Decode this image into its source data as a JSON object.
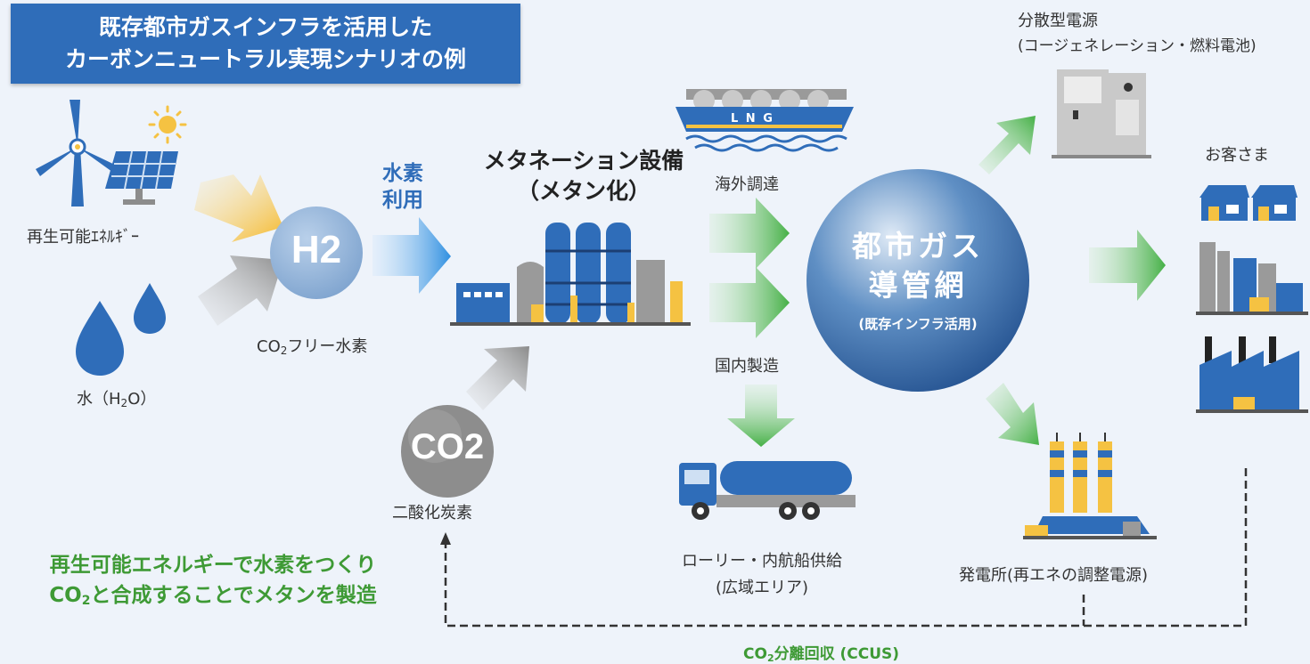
{
  "title": {
    "line1": "既存都市ガスインフラを活用した",
    "line2": "カーボンニュートラル実現シナリオの例"
  },
  "sources": {
    "renewable_label": "再生可能ｴﾈﾙｷﾞｰ",
    "water_label_pre": "水（H",
    "water_label_sub": "2",
    "water_label_post": "O）",
    "h2_text": "H2",
    "h2_caption_pre": "CO",
    "h2_caption_sub": "2",
    "h2_caption_post": "フリー水素",
    "co2_text": "CO2",
    "co2_caption": "二酸化炭素"
  },
  "hydrogen_use": {
    "line1": "水素",
    "line2": "利用"
  },
  "methanation": {
    "line1": "メタネーション設備",
    "line2": "（メタン化）"
  },
  "supply": {
    "overseas": "海外調達",
    "domestic": "国内製造",
    "lng_text": "L N G"
  },
  "pipeline": {
    "line1": "都市ガス",
    "line2": "導管網",
    "line3": "(既存インフラ活用)"
  },
  "distributed": {
    "line1": "分散型電源",
    "line2": "(コージェネレーション・燃料電池)"
  },
  "customers": {
    "label": "お客さま"
  },
  "lorry": {
    "line1": "ローリー・内航船供給",
    "line2": "(広域エリア)"
  },
  "power_plant": {
    "label": "発電所(再エネの調整電源)"
  },
  "note": {
    "line1": "再生可能エネルギーで水素をつくり",
    "line2_pre": "CO",
    "line2_sub": "2",
    "line2_post": "と合成することでメタンを製造"
  },
  "ccus": {
    "pre": "CO",
    "sub": "2",
    "post": "分離回収 (CCUS)"
  },
  "colors": {
    "primary_blue": "#2f6db9",
    "green": "#4cb34a",
    "gray": "#9a9a9a",
    "yellow": "#f5c242",
    "background": "#eef3fa"
  }
}
